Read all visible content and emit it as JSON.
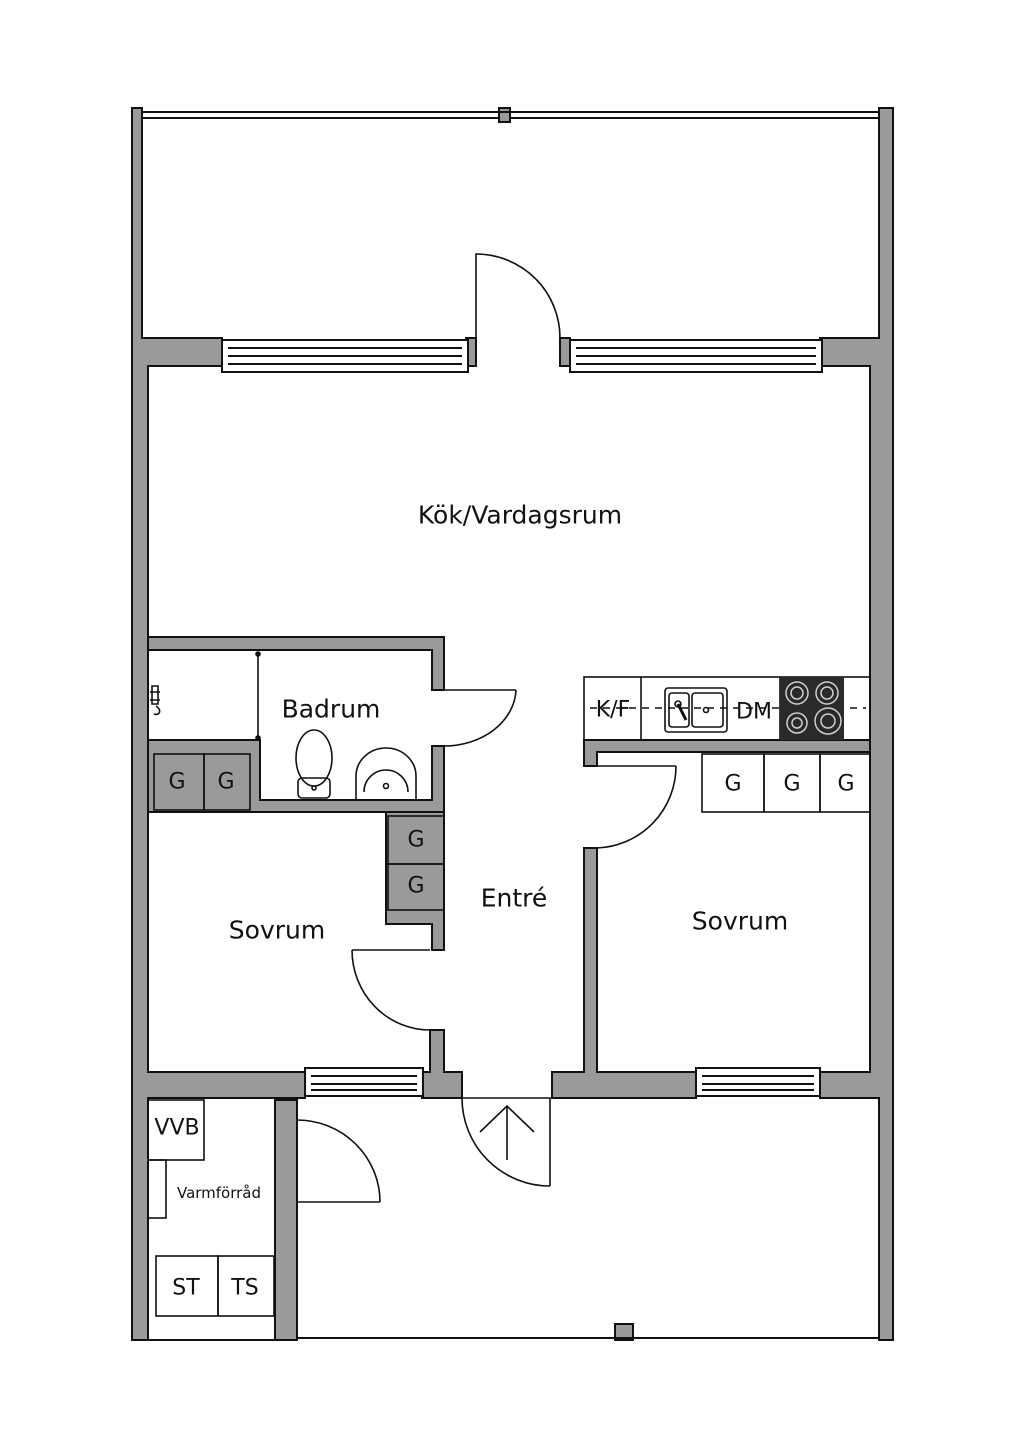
{
  "rooms": {
    "kitchen_living": "Kök/Vardagsrum",
    "bathroom": "Badrum",
    "entrance": "Entré",
    "bedroom_left": "Sovrum",
    "bedroom_right": "Sovrum",
    "warm_storage": "Varmförråd"
  },
  "fixtures": {
    "wardrobe": "G",
    "fridge_freezer": "K/F",
    "dishwasher": "DM",
    "water_heater": "VVB",
    "washer": "ST",
    "dryer": "TS"
  },
  "colors": {
    "wall": "#9a9a9a",
    "line": "#111111",
    "stove": "#2a2a2a",
    "background": "#ffffff"
  }
}
